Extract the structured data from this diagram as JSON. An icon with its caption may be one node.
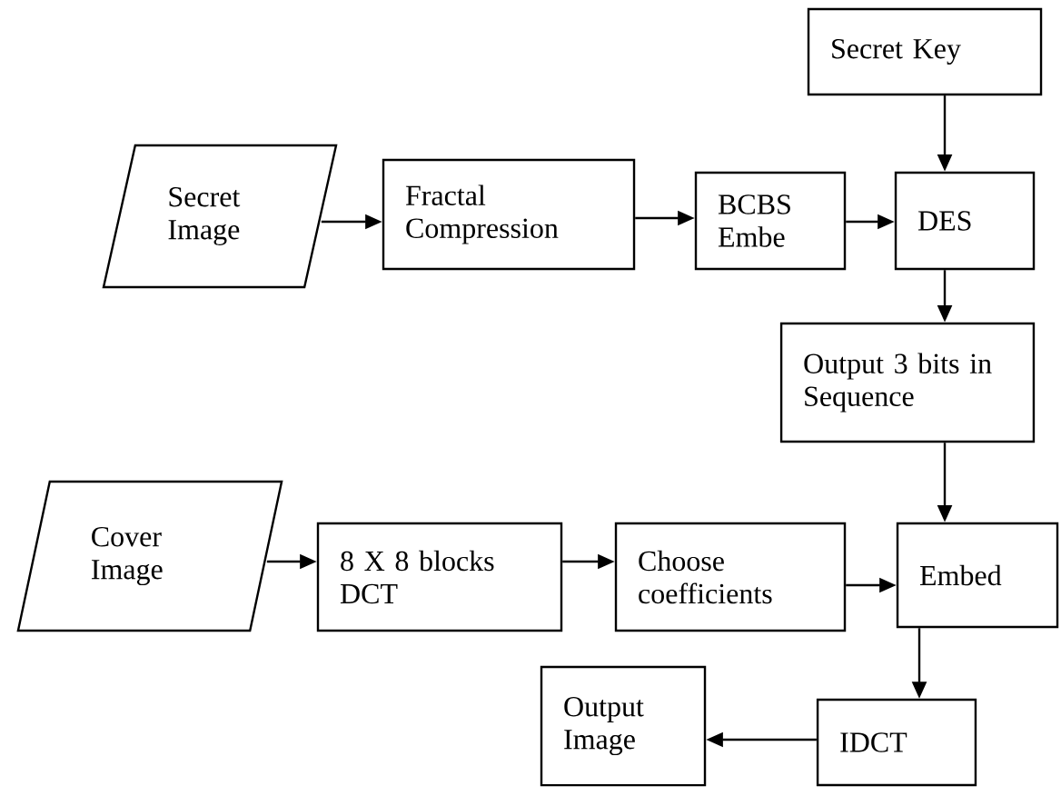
{
  "diagram": {
    "nodes": [
      {
        "text": [
          "Secret Key"
        ]
      },
      {
        "text": [
          "Secret Image"
        ]
      },
      {
        "text": [
          "Fractal Compression"
        ]
      },
      {
        "text": [
          "BCBS Embe"
        ]
      },
      {
        "text": [
          "DES"
        ]
      },
      {
        "text": [
          "Output 3 bits in Sequence"
        ]
      },
      {
        "text": [
          "Cover Image"
        ]
      },
      {
        "text": [
          "8 X 8 blocks DCT"
        ]
      },
      {
        "text": [
          "Choose coefficients"
        ]
      },
      {
        "text": [
          "Embed"
        ]
      },
      {
        "text": [
          "Output Image"
        ]
      },
      {
        "text": [
          "IDCT"
        ]
      }
    ],
    "edges": [
      {
        "from": 0,
        "to": 4,
        "arrow": "to"
      },
      {
        "from": 1,
        "to": 2,
        "arrow": "to"
      },
      {
        "from": 2,
        "to": 3,
        "arrow": "to"
      },
      {
        "from": 3,
        "to": 4,
        "arrow": "to"
      },
      {
        "from": 4,
        "to": 5,
        "arrow": "to"
      },
      {
        "from": 5,
        "to": 9,
        "arrow": "to"
      },
      {
        "from": 6,
        "to": 7,
        "arrow": "to"
      },
      {
        "from": 7,
        "to": 8,
        "arrow": "to"
      },
      {
        "from": 8,
        "to": 9,
        "arrow": "to"
      },
      {
        "from": 9,
        "to": 11,
        "arrow": "to"
      },
      {
        "from": 11,
        "to": 10,
        "arrow": "to"
      }
    ]
  }
}
